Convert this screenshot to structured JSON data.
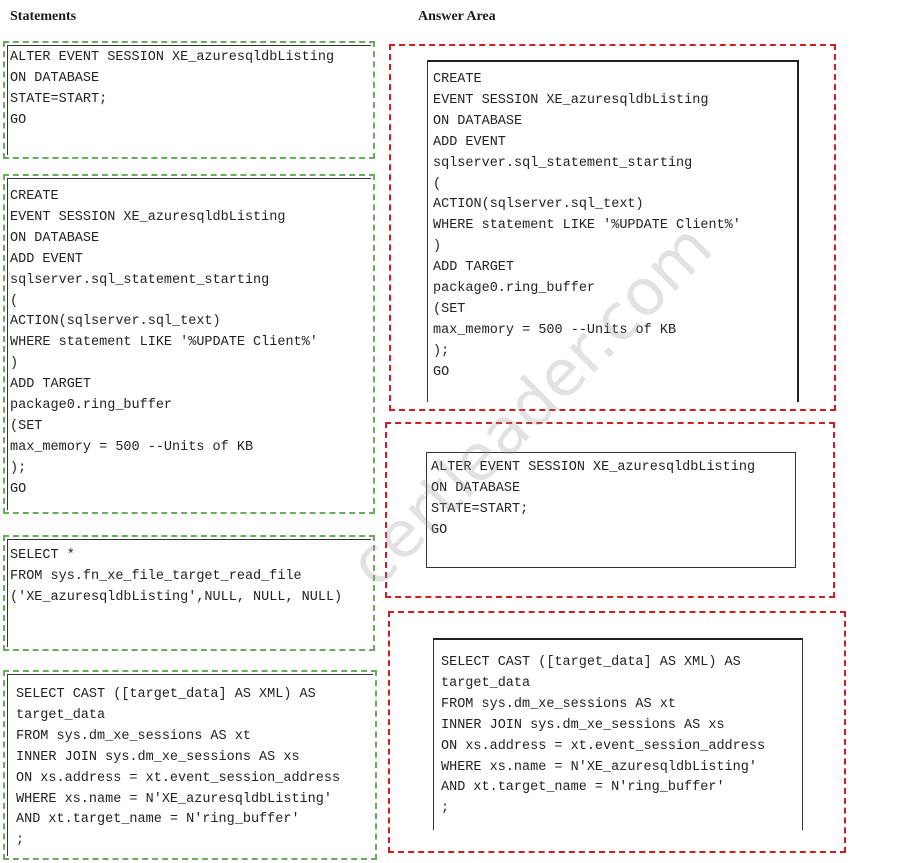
{
  "headings": {
    "statements": "Statements",
    "answer_area": "Answer Area"
  },
  "statements": [
    {
      "code": "ALTER EVENT SESSION XE_azuresqldbListing\nON DATABASE\nSTATE=START;\nGO"
    },
    {
      "code": "CREATE\nEVENT SESSION XE_azuresqldbListing\nON DATABASE\nADD EVENT\nsqlserver.sql_statement_starting\n(\nACTION(sqlserver.sql_text)\nWHERE statement LIKE '%UPDATE Client%'\n)\nADD TARGET\npackage0.ring_buffer\n(SET\nmax_memory = 500 --Units of KB\n);\nGO"
    },
    {
      "code": "SELECT *\nFROM sys.fn_xe_file_target_read_file\n('XE_azuresqldbListing',NULL, NULL, NULL)"
    },
    {
      "code": "SELECT CAST ([target_data] AS XML) AS\ntarget_data\nFROM sys.dm_xe_sessions AS xt\nINNER JOIN sys.dm_xe_sessions AS xs\nON xs.address = xt.event_session_address\nWHERE xs.name = N'XE_azuresqldbListing'\nAND xt.target_name = N'ring_buffer'\n;"
    }
  ],
  "answers": [
    {
      "code": "CREATE\nEVENT SESSION XE_azuresqldbListing\nON DATABASE\nADD EVENT\nsqlserver.sql_statement_starting\n(\nACTION(sqlserver.sql_text)\nWHERE statement LIKE '%UPDATE Client%'\n)\nADD TARGET\npackage0.ring_buffer\n(SET\nmax_memory = 500 --Units of KB\n);\nGO"
    },
    {
      "code": "ALTER EVENT SESSION XE_azuresqldbListing\nON DATABASE\nSTATE=START;\nGO"
    },
    {
      "code": "SELECT CAST ([target_data] AS XML) AS\ntarget_data\nFROM sys.dm_xe_sessions AS xt\nINNER JOIN sys.dm_xe_sessions AS xs\nON xs.address = xt.event_session_address\nWHERE xs.name = N'XE_azuresqldbListing'\nAND xt.target_name = N'ring_buffer'\n;"
    }
  ],
  "watermark": "certleader.com",
  "colors": {
    "statement_border": "#6aaa5e",
    "answer_border": "#cc2020"
  }
}
